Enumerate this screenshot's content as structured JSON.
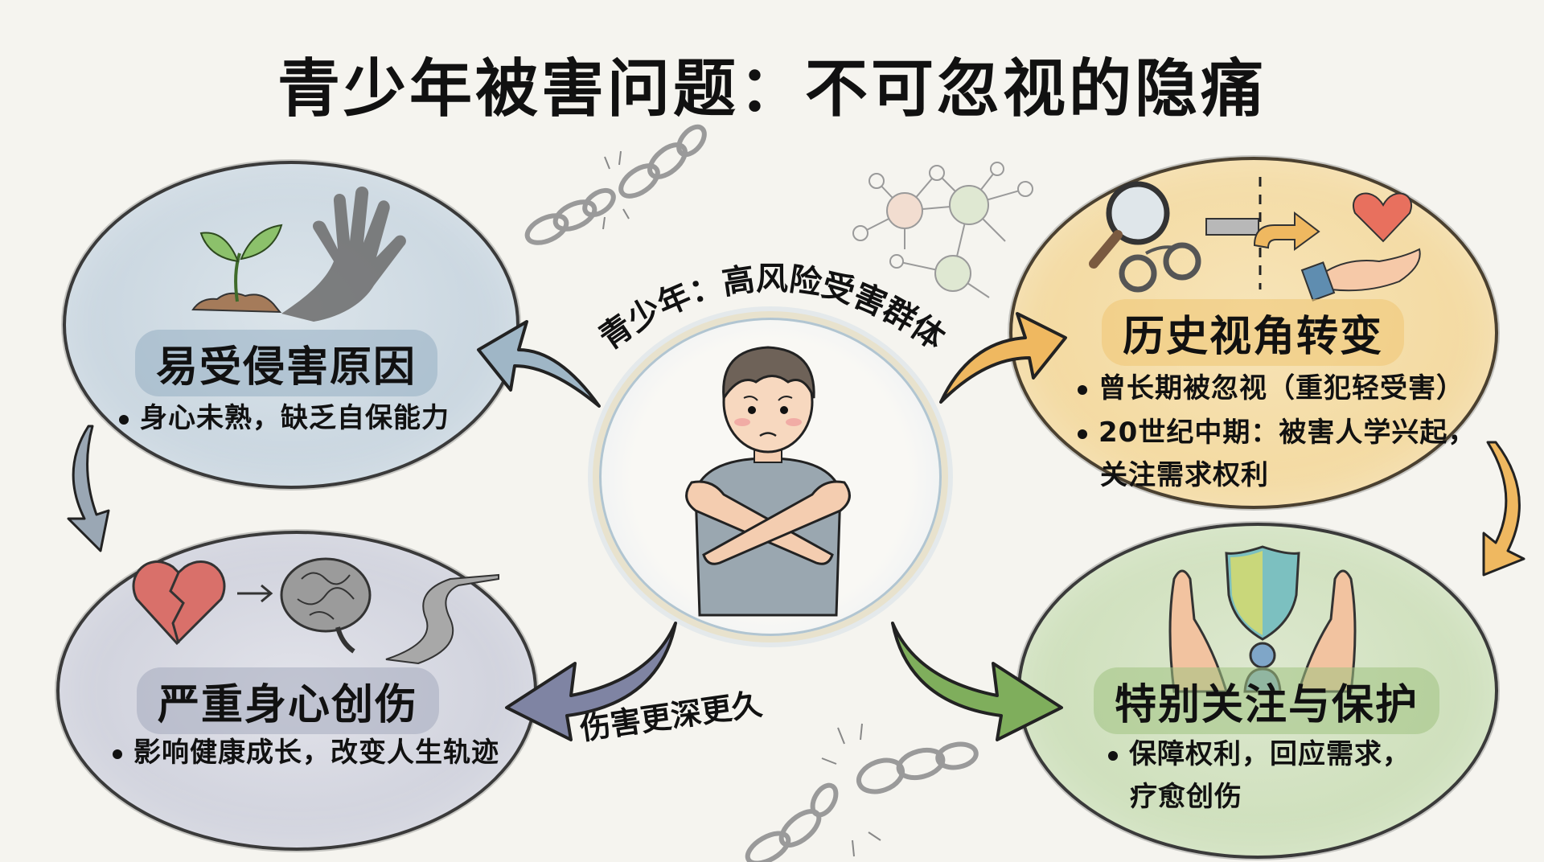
{
  "title": "青少年被害问题：不可忽视的隐痛",
  "center": {
    "label_arc": "青少年：高风险受害群体",
    "figure": "worried-teen-crossed-arms",
    "bottom_label": "伤害更深更久"
  },
  "sections": [
    {
      "id": "causes",
      "heading": "易受侵害原因",
      "bullets": [
        "身心未熟，缺乏自保能力"
      ],
      "icons": [
        "sprout-icon",
        "shadow-hand-icon"
      ],
      "color": "#c8d5df"
    },
    {
      "id": "history",
      "heading": "历史视角转变",
      "bullets": [
        "曾长期被忽视（重犯轻受害）",
        "20世纪中期：被害人学兴起，",
        "关注需求权利"
      ],
      "icons": [
        "magnifier-icon",
        "handcuffs-icon",
        "turn-arrow-icon",
        "heart-in-hand-icon"
      ],
      "color": "#f3d99f"
    },
    {
      "id": "trauma",
      "heading": "严重身心创伤",
      "bullets": [
        "影响健康成长，改变人生轨迹"
      ],
      "icons": [
        "broken-heart-icon",
        "arrow-right-icon",
        "tangled-brain-icon",
        "winding-road-icon"
      ],
      "color": "#cfd1dc"
    },
    {
      "id": "protection",
      "heading": "特别关注与保护",
      "bullets": [
        "保障权利，回应需求，",
        "疗愈创伤"
      ],
      "icons": [
        "shield-icon",
        "caring-hands-icon",
        "person-icon"
      ],
      "color": "#cddfba"
    }
  ],
  "decorations": [
    "broken-chain-top",
    "network-nodes",
    "broken-chain-bottom"
  ],
  "colors": {
    "background": "#f5f4ef",
    "blue_arrow": "#9fb6c6",
    "amber_arrow": "#efb860",
    "slate_arrow": "#7f84a3",
    "green_arrow": "#7fae5c",
    "outline": "#2b2b2b"
  }
}
